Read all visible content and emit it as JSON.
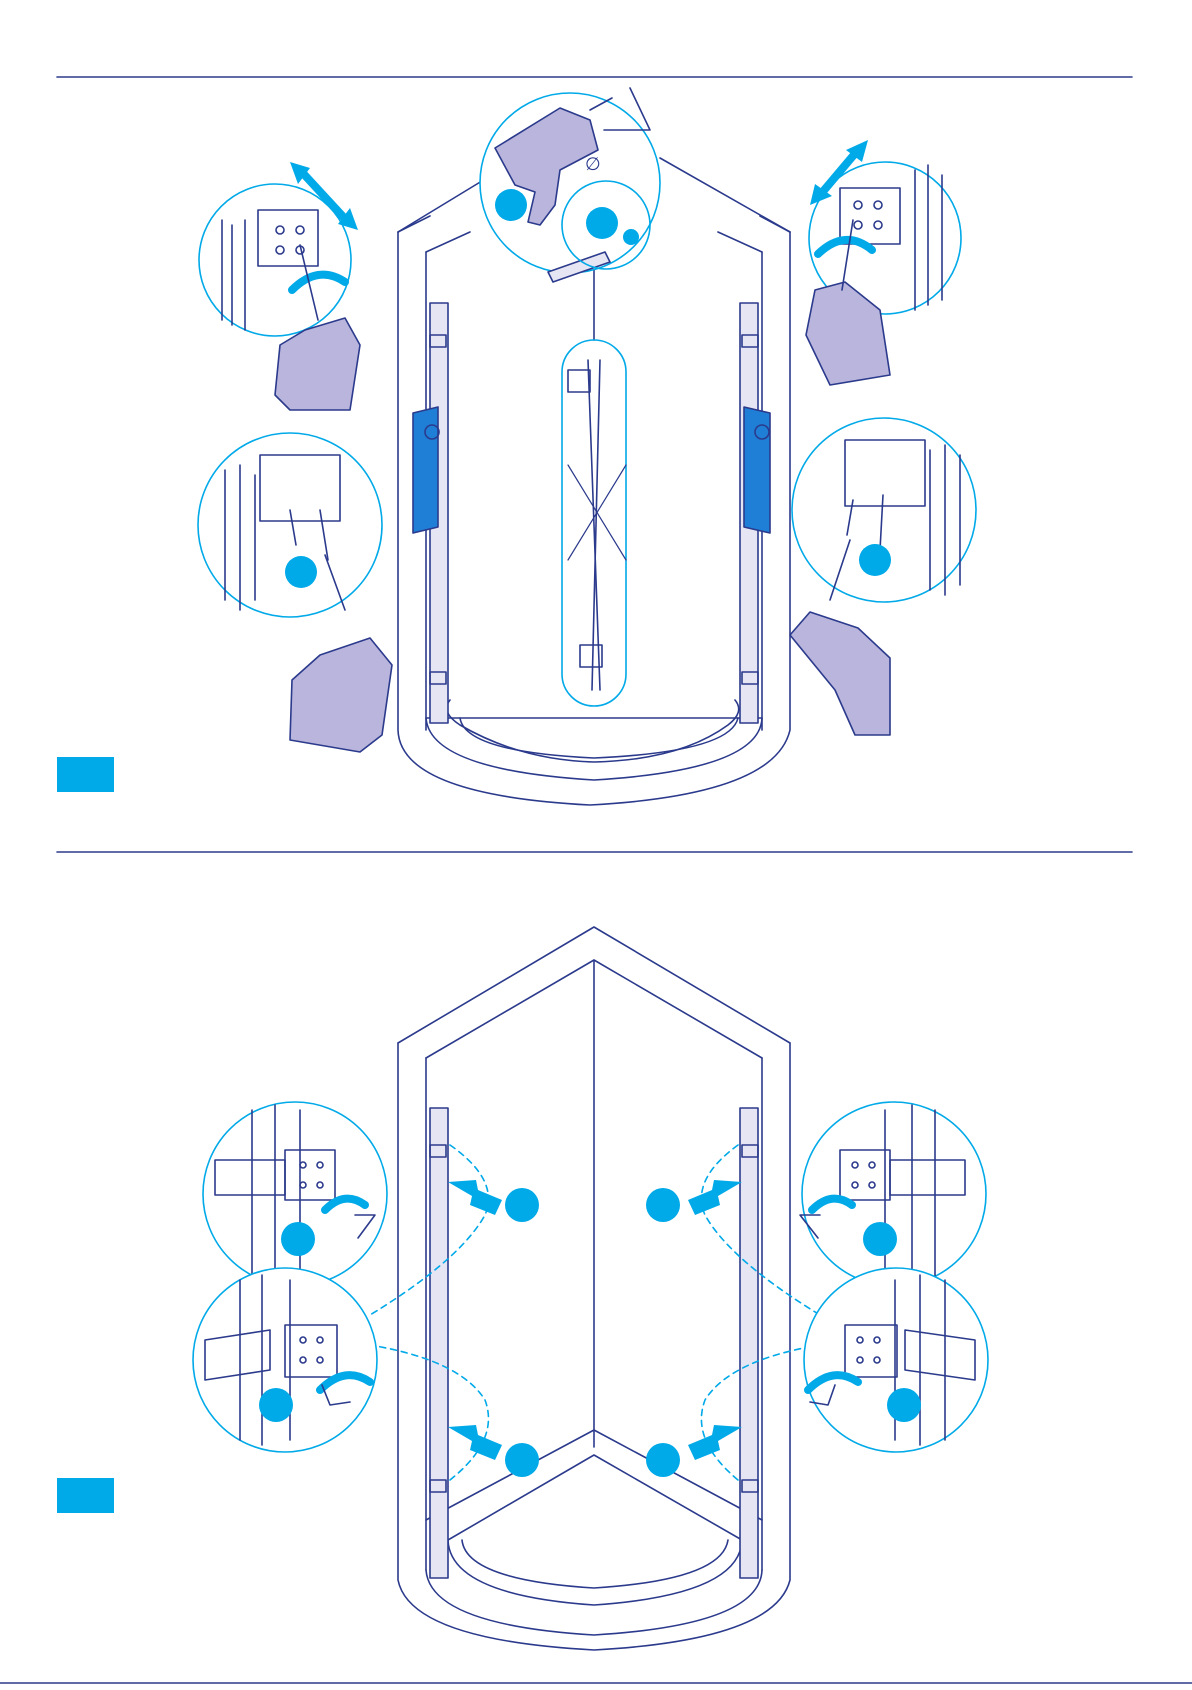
{
  "colors": {
    "line": "#2b3a8c",
    "accent": "#00a9e8",
    "hand": "#b9b5dc",
    "profile": "#1f7fd6",
    "glass": "#e6e5f3"
  },
  "steps": [
    {
      "badge_text": "",
      "callout_markers": 6
    },
    {
      "badge_text": "",
      "callout_markers": 8
    }
  ],
  "icons": {
    "drill": "drill-icon",
    "wall_plug": "wall-plug-icon",
    "diameter": "diameter-symbol",
    "screwdriver_hand": "hand-screwdriver-icon",
    "hex_key": "hex-key-icon",
    "adjust_arrow": "double-arrow-icon",
    "rotate_arrow": "rotate-arrow-icon"
  }
}
